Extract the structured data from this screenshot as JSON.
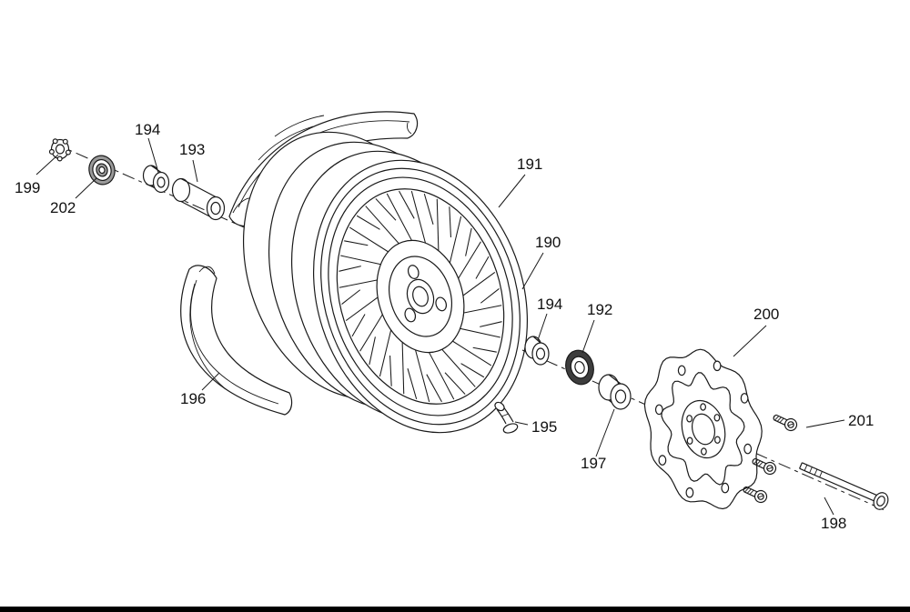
{
  "diagram": {
    "title": "front-wheel-exploded-parts-diagram",
    "background_color": "#ffffff",
    "line_color": "#1a1a1a",
    "label_color": "#111111",
    "bottom_bar_color": "#000000",
    "parts": [
      {
        "id": "199",
        "label": "199",
        "name": "castle-nut"
      },
      {
        "id": "202",
        "label": "202",
        "name": "bearing"
      },
      {
        "id": "194a",
        "label": "194",
        "name": "spacer-left"
      },
      {
        "id": "193",
        "label": "193",
        "name": "collar-tube"
      },
      {
        "id": "191",
        "label": "191",
        "name": "wheel-rim"
      },
      {
        "id": "190",
        "label": "190",
        "name": "front-wheel"
      },
      {
        "id": "194b",
        "label": "194",
        "name": "spacer-right"
      },
      {
        "id": "192",
        "label": "192",
        "name": "oil-seal"
      },
      {
        "id": "200",
        "label": "200",
        "name": "brake-disc"
      },
      {
        "id": "201",
        "label": "201",
        "name": "disc-bolt"
      },
      {
        "id": "196",
        "label": "196",
        "name": "tire"
      },
      {
        "id": "195",
        "label": "195",
        "name": "valve-stem"
      },
      {
        "id": "197",
        "label": "197",
        "name": "side-collar"
      },
      {
        "id": "198",
        "label": "198",
        "name": "axle-bolt"
      }
    ]
  }
}
